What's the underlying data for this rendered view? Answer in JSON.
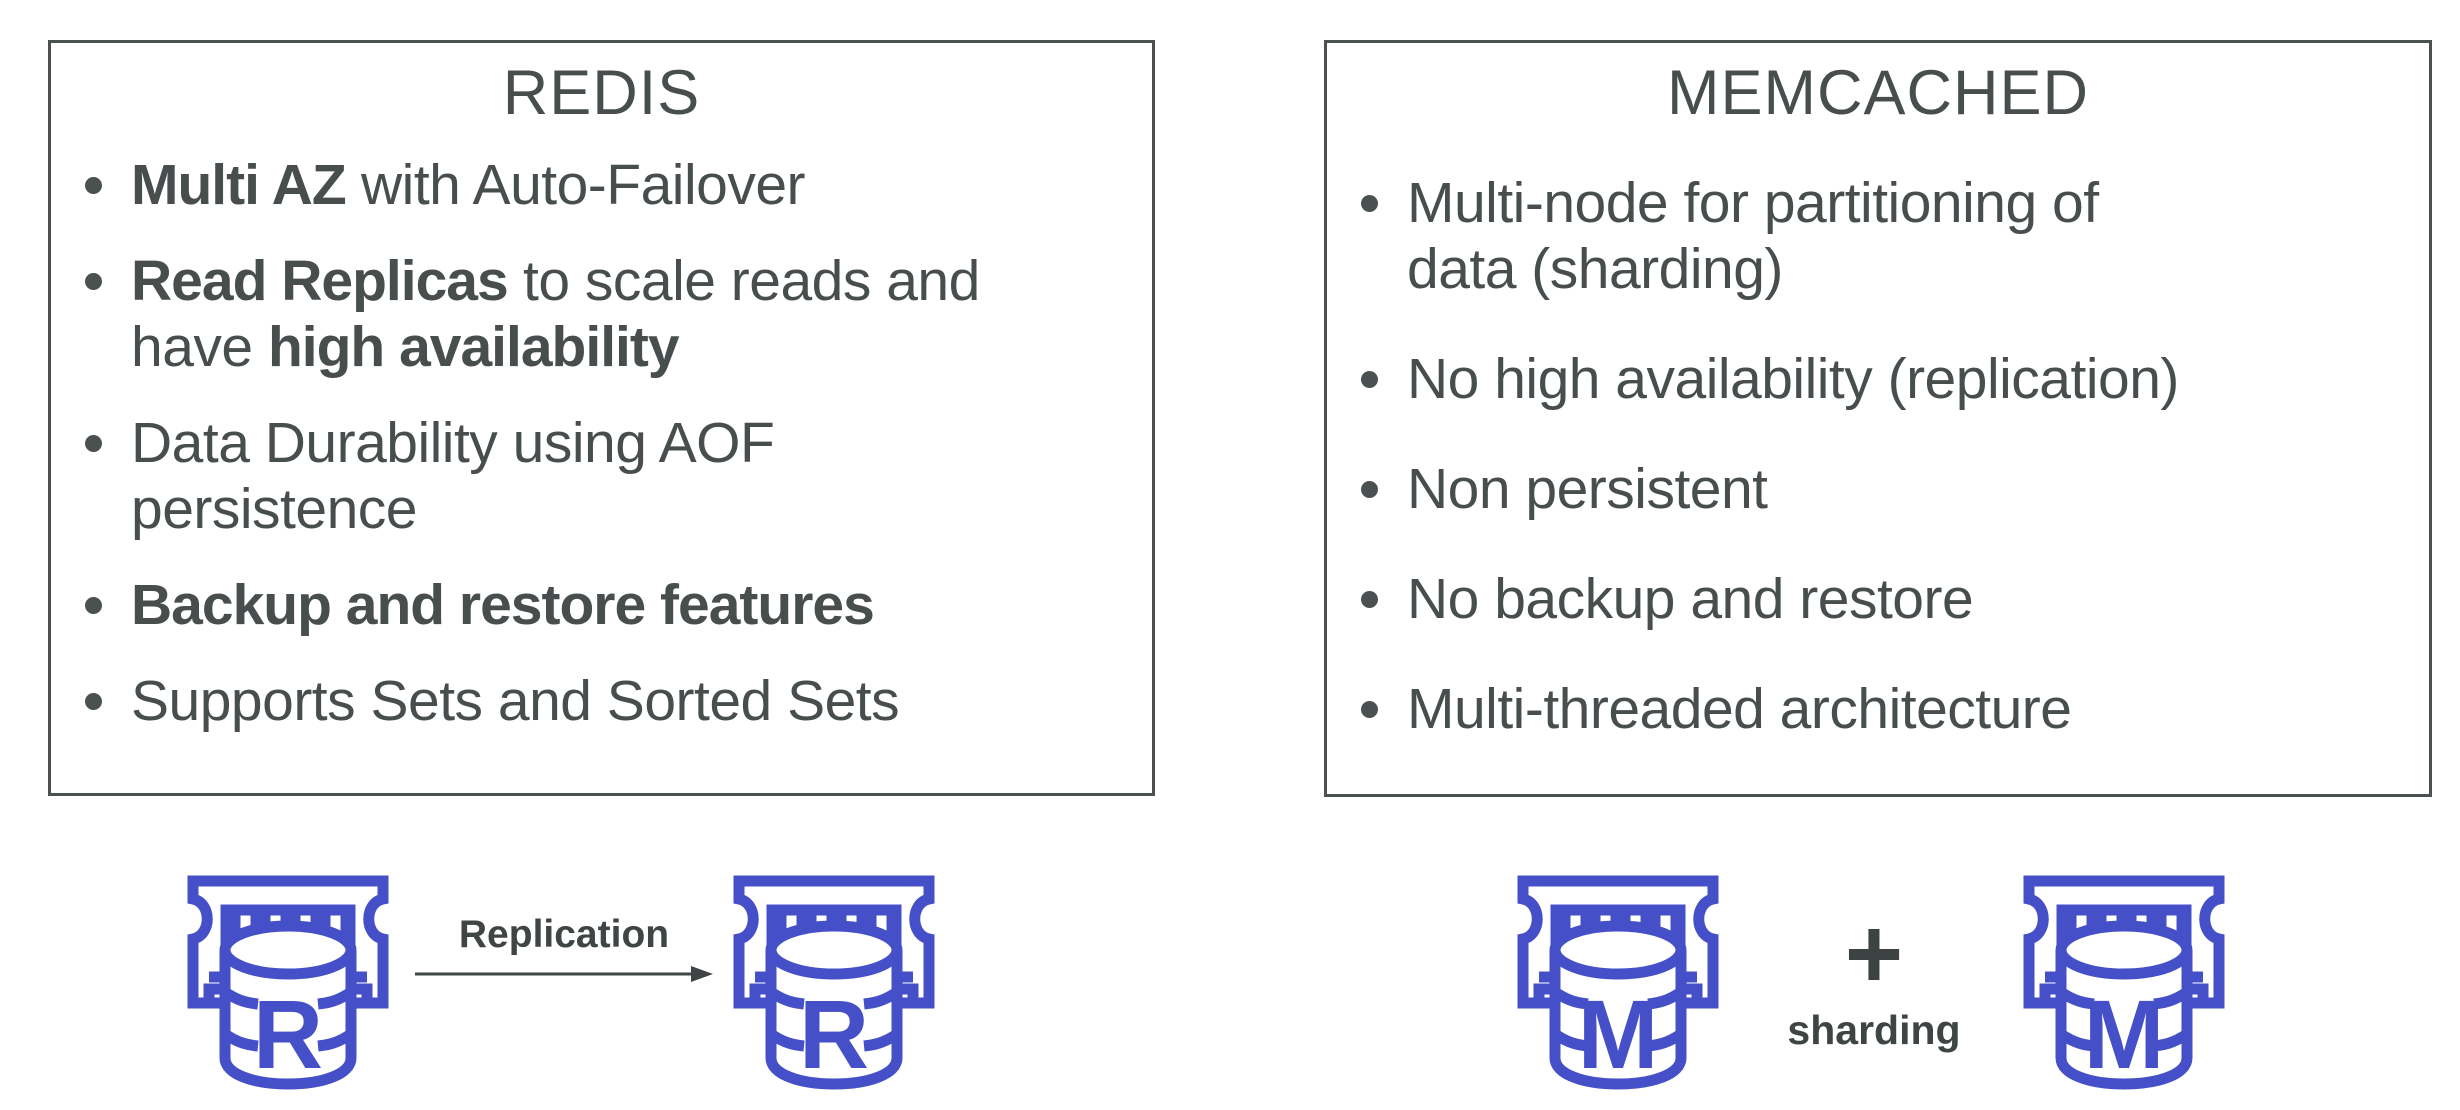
{
  "colors": {
    "icon_blue": "#4550c8",
    "text_gray": "#484e4e",
    "label_gray": "#3f4444",
    "border_gray": "#4b5151"
  },
  "redis": {
    "title": "REDIS",
    "bullets": [
      {
        "segments": [
          {
            "text": "Multi AZ",
            "bold": true
          },
          {
            "text": " with Auto-Failover",
            "bold": false
          }
        ]
      },
      {
        "segments": [
          {
            "text": "Read Replicas",
            "bold": true
          },
          {
            "text": " to scale reads and",
            "bold": false
          },
          {
            "br": true
          },
          {
            "text": "have ",
            "bold": false
          },
          {
            "text": "high availability",
            "bold": true
          }
        ]
      },
      {
        "segments": [
          {
            "text": "Data Durability using AOF",
            "bold": false
          },
          {
            "br": true
          },
          {
            "text": "persistence",
            "bold": false
          }
        ]
      },
      {
        "segments": [
          {
            "text": "Backup and restore features",
            "bold": true
          }
        ]
      },
      {
        "segments": [
          {
            "text": "Supports Sets and Sorted Sets",
            "bold": false
          }
        ]
      }
    ],
    "icon_letter": "R",
    "figure": {
      "arrow_label": "Replication"
    }
  },
  "memcached": {
    "title": "MEMCACHED",
    "bullets": [
      {
        "segments": [
          {
            "text": "Multi-node for partitioning of",
            "bold": false
          },
          {
            "br": true
          },
          {
            "text": "data (sharding)",
            "bold": false
          }
        ]
      },
      {
        "segments": [
          {
            "text": "No high availability (replication)",
            "bold": false
          }
        ]
      },
      {
        "segments": [
          {
            "text": "Non persistent",
            "bold": false
          }
        ]
      },
      {
        "segments": [
          {
            "text": "No backup and restore",
            "bold": false
          }
        ]
      },
      {
        "segments": [
          {
            "text": "Multi-threaded architecture",
            "bold": false
          }
        ]
      }
    ],
    "icon_letter": "M",
    "figure": {
      "plus_sign": "+",
      "label": "sharding"
    }
  }
}
